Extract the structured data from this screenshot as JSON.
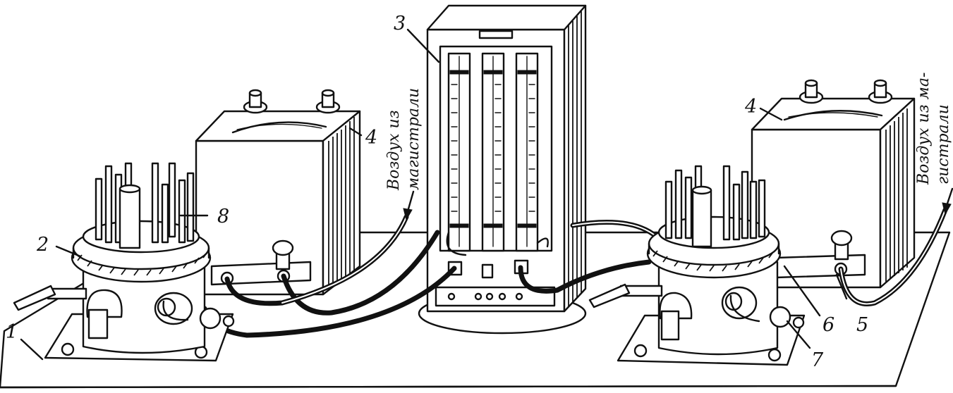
{
  "labels": {
    "base": "1",
    "sensor_left": "2",
    "manometer": "3",
    "gauge_left": "4",
    "gauge_right": "4",
    "clamp": "5",
    "connector": "6",
    "valve_knob": "7",
    "nozzle_pins": "8"
  },
  "annotations": {
    "air_left_line1": "Воздух из",
    "air_left_line2": "магистрали",
    "air_right_line1": "Воздух из ма-",
    "air_right_line2": "гистрали"
  }
}
